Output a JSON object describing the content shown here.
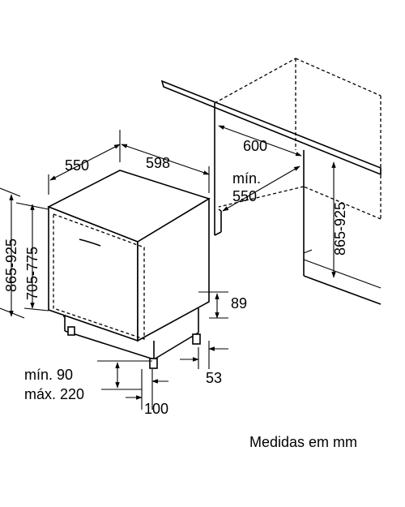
{
  "dimensions": {
    "depth_appliance": "550",
    "width_appliance": "598",
    "niche_width": "600",
    "niche_depth_min_label": "mín.",
    "niche_depth_min_value": "550",
    "niche_height": "865-925",
    "total_height": "865-925",
    "door_height": "705-775",
    "plinth_height": "89",
    "plinth_depth": "53",
    "plinth_gap_min": "mín. 90",
    "plinth_gap_max": "máx. 220",
    "foot_offset": "100"
  },
  "footer": {
    "units_note": "Medidas em mm"
  }
}
